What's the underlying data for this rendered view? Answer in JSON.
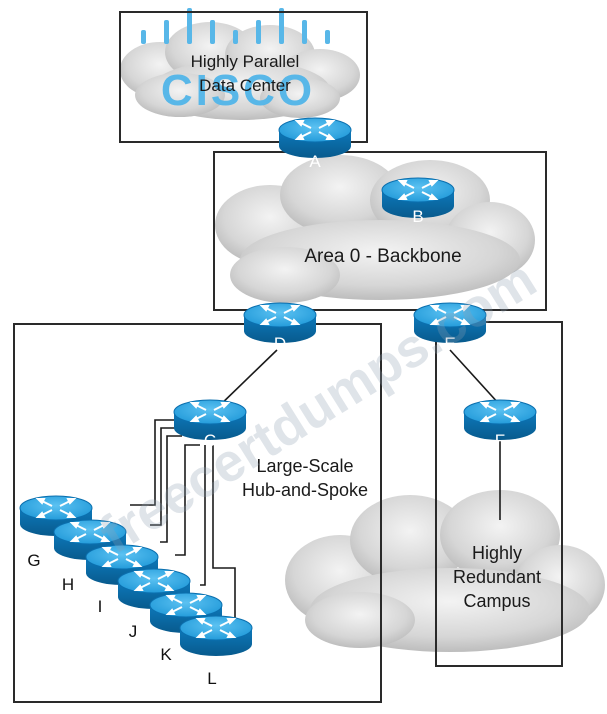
{
  "labels": {
    "data_center": [
      "Highly Parallel",
      "Data Center"
    ],
    "backbone": "Area 0 - Backbone",
    "hub_spoke": [
      "Large-Scale",
      "Hub-and-Spoke"
    ],
    "campus": [
      "Highly",
      "Redundant",
      "Campus"
    ]
  },
  "routers": {
    "a": "A",
    "b": "B",
    "c": "C",
    "d": "D",
    "e": "E",
    "f": "F",
    "g": "G",
    "h": "H",
    "i": "I",
    "j": "J",
    "k": "K",
    "l": "L"
  },
  "logo_text": "CISCO",
  "watermark": "freecertdumps.com",
  "colors": {
    "router_top": "#2aa7e6",
    "router_side": "#0b6fae",
    "cloud": "#d6d6d6",
    "border": "#2a2a2a",
    "logo": "#58b7e8"
  }
}
